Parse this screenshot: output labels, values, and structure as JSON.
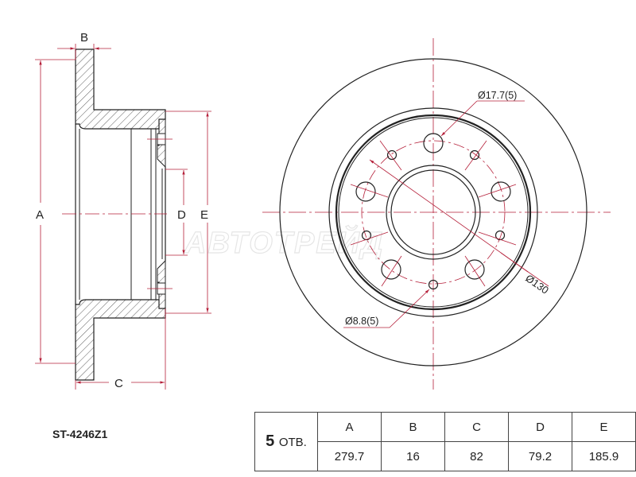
{
  "part_number": "ST-4246Z1",
  "watermark": "АВТОТРЕЙД",
  "side_view": {
    "dim_labels": {
      "A": "A",
      "B": "B",
      "C": "C",
      "D": "D",
      "E": "E"
    }
  },
  "front_view": {
    "callouts": {
      "large_holes": "Ø17.7(5)",
      "small_holes": "Ø8.8(5)",
      "pcd": "Ø130"
    }
  },
  "spec_table": {
    "holes": {
      "count": "5",
      "unit": "ОТВ."
    },
    "headers": [
      "A",
      "B",
      "C",
      "D",
      "E"
    ],
    "values": [
      "279.7",
      "16",
      "82",
      "79.2",
      "185.9"
    ]
  },
  "colors": {
    "line": "#222222",
    "dimension": "#b5203a",
    "watermark": "#e6e6e6"
  }
}
